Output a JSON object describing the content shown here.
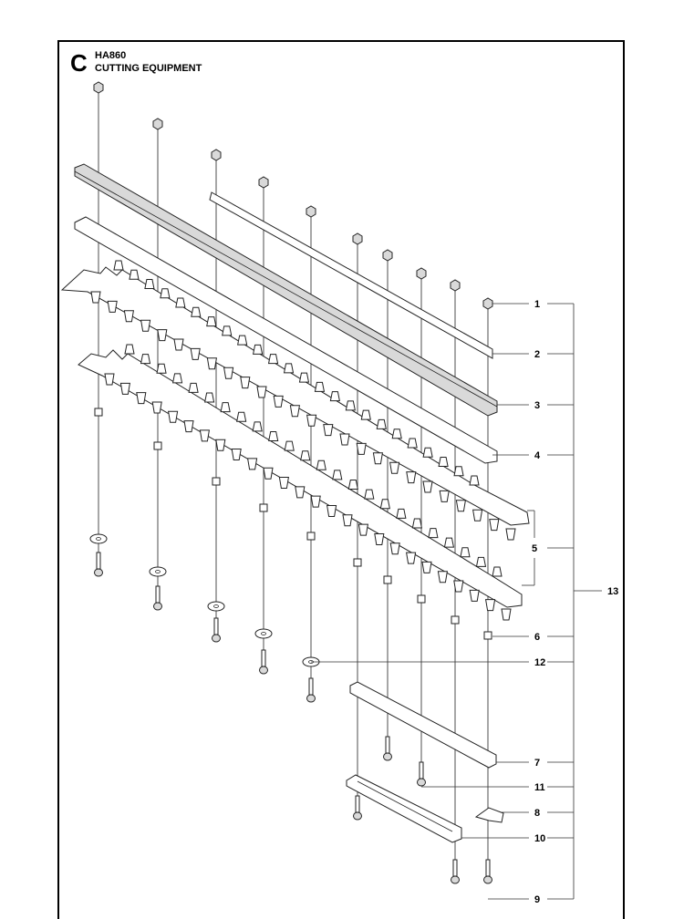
{
  "header": {
    "section_letter": "C",
    "model": "HA860",
    "section_title": "CUTTING EQUIPMENT"
  },
  "callouts": [
    "1",
    "2",
    "3",
    "4",
    "5",
    "6",
    "12",
    "7",
    "11",
    "8",
    "10",
    "9",
    "13"
  ],
  "colors": {
    "line": "#222222",
    "frame": "#000000",
    "part_fill": "#ffffff"
  }
}
